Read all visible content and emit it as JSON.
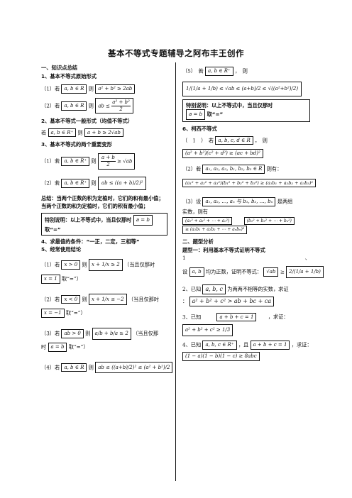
{
  "title": "基本不等式专题辅导之阿布丰王创作",
  "left": {
    "section1": "一、知识点总结",
    "s1_1": "1、基本不等式原始形式",
    "s1_1a_label": "（1）若",
    "s1_1a_cond": "a, b ∈ R",
    "s1_1a_then": "则",
    "s1_1a_expr": "a² + b² ≥ 2ab",
    "s1_1b_label": "（2）若",
    "s1_1b_cond": "a, b ∈ R",
    "s1_1b_then": "则",
    "s1_1b_lhs": "ab ≤",
    "s1_1b_num": "a² + b²",
    "s1_1b_den": "2",
    "s1_2": "2、基本不等式一般形式（均值不等式）",
    "s1_2_label": "若",
    "s1_2_cond": "a, b ∈ R⁺",
    "s1_2_then": "则",
    "s1_2_expr": "a + b ≥ 2√ab",
    "s1_3": "3、基本不等式的两个重要变形",
    "s1_3a_label": "（1）若",
    "s1_3a_cond": "a, b ∈ R⁺",
    "s1_3a_then": "则",
    "s1_3a_num": "a + b",
    "s1_3a_den": "2",
    "s1_3a_rhs": "≥ √ab",
    "s1_3b_label": "（2）若",
    "s1_3b_cond": "a, b ∈ R⁺",
    "s1_3b_then": "则",
    "s1_3b_expr": "ab ≤ ((a + b)/2)²",
    "summary1": "总结：当两个正数的积为定植时，它们的和有最小值；",
    "summary2": "当两个正数的和为定植时，它们的积有最小值；",
    "special_note": "特别说明：以上不等式中，当且仅那时",
    "special_box": "a = b",
    "special_tail": "取“=”",
    "s1_4": "4、求最值的条件：“一正，二定，三相等”",
    "s1_5": "5、经常使用结论",
    "c1_label": "（1）若",
    "c1_cond": "x > 0",
    "c1_then": "则",
    "c1_expr": "x + 1/x ≥ 2",
    "c1_tail": "（当且仅那时",
    "c1_eq": "x = 1",
    "c1_take": "取“=”）",
    "c2_label": "（2）若",
    "c2_cond": "x < 0",
    "c2_then": "则",
    "c2_expr": "x + 1/x ≤ −2",
    "c2_tail": "（当且仅那时",
    "c2_eq": "x = −1",
    "c2_take": "取“=”）",
    "c3_label": "（3）若",
    "c3_cond": "ab > 0",
    "c3_then": "则",
    "c3_expr": "a/b + b/a ≥ 2",
    "c3_tail": "（当且仅那",
    "c3_tail2": "时",
    "c3_eq": "a = b",
    "c3_take": "取“=”）",
    "c4_label": "（4）若",
    "c4_cond": "a, b ∈ R",
    "c4_then": "则",
    "c4_expr": "ab ≤ ((a+b)/2)² ≤ (a² + b²)/2"
  },
  "right": {
    "c5_label": "（5）　若",
    "c5_cond": "a, b ∈ R⁺",
    "c5_then": "，　则",
    "c5_expr": "1/(1/a + 1/b) ≤ √ab ≤ (a+b)/2 ≤ √((a²+b²)/2)",
    "special_note": "特别说明：以上不等式中，当且仅那时",
    "special_box": "a = b",
    "special_tail": "取“=”",
    "s6": "6、柯西不等式",
    "k1_label": "（　1　）　若",
    "k1_cond": "a, b, c, d ∈ R",
    "k1_then": "，　则",
    "k1_expr": "(a² + b²)(c² + d²) ≥ (ac + bd)²",
    "k2_label": "（2）若",
    "k2_cond": "a₁, a₂, a₃, b₁, b₂, b₃ ∈ R",
    "k2_then": "则有：",
    "k2_expr": "(a₁² + a₂² + a₃²)(b₁² + b₂² + b₃²) ≥ (a₁b₁ + a₂b₂ + a₃b₃)²",
    "k3_label": "（3）设",
    "k3_cond": "a₁, a₂, …, aₙ 与 b₁, b₂, …, bₙ",
    "k3_tail": "是两组",
    "k3_line2": "实数，则有",
    "k3_expr1": "(a₁² + a₂² + ⋯ + aₙ²)",
    "k3_expr2": "(b₁² + b₂² + ⋯ + bₙ²)",
    "k3_expr3": "≥ (a₁b₁ + a₂b₂ + ⋯ + aₙbₙ)²",
    "section2": "二、题型分析",
    "q_type1": "题型一：利用基本不等式证明不等式",
    "p1_num": "1",
    "p1_dot": "、",
    "p1_label": "设",
    "p1_cond": "a, b",
    "p1_text": "均为正数，证明不等式：",
    "p1_lhs": "√ab",
    "p1_ge": "≥",
    "p1_frac": "2/(1/a + 1/b)",
    "p2_label": "2、已知",
    "p2_cond": "a, b, c",
    "p2_text": "为两两不相等的实数，求证",
    "p2_colon": "：",
    "p2_expr": "a² + b² + c² > ab + bc + ca",
    "p3_label": "3、已知",
    "p3_cond": "a + b + c = 1",
    "p3_text": "，求证：",
    "p3_expr": "a² + b² + c² ≥ 1/3",
    "p4_label": "4、已知",
    "p4_cond": "a, b, c ∈ R⁺",
    "p4_mid": "，且",
    "p4_cond2": "a + b + c = 1",
    "p4_text": "，求证：",
    "p4_expr": "(1 − a)(1 − b)(1 − c) ≥ 8abc"
  }
}
